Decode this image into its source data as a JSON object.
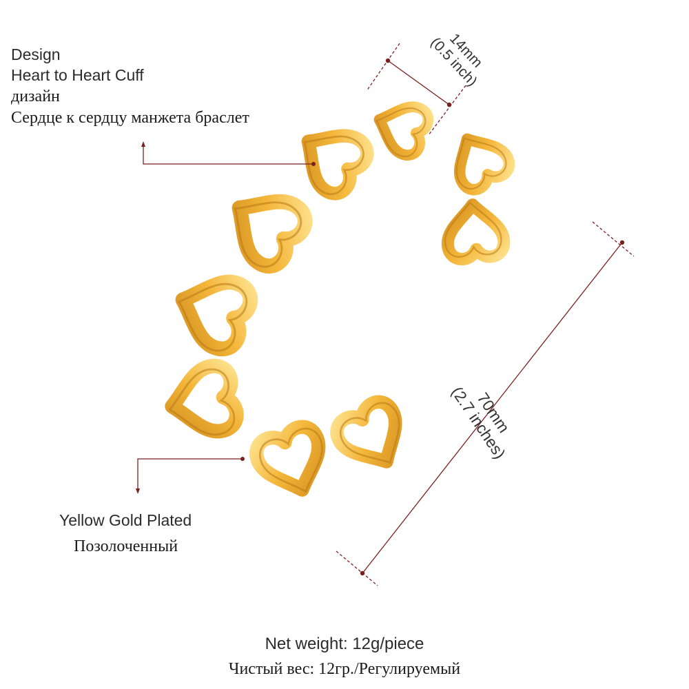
{
  "design": {
    "line1": "Design",
    "line2": "Heart to Heart Cuff",
    "line3": "дизайн",
    "line4": "Сердце к сердцу манжета браслет"
  },
  "plating": {
    "line1": "Yellow Gold Plated",
    "line2": "Позолоченный"
  },
  "width_dimension": {
    "metric": "14mm",
    "imperial": "(0.5 inch)"
  },
  "length_dimension": {
    "metric": "70mm",
    "imperial": "(2.7 inches)"
  },
  "weight": {
    "line1": "Net weight: 12g/piece",
    "line2": "Чистый вес: 12гр./Регулируемый"
  },
  "colors": {
    "gold": "#f2b12f",
    "gold_light": "#fcd56a",
    "gold_dark": "#c9861a",
    "leader_line": "#7a1f1f"
  }
}
